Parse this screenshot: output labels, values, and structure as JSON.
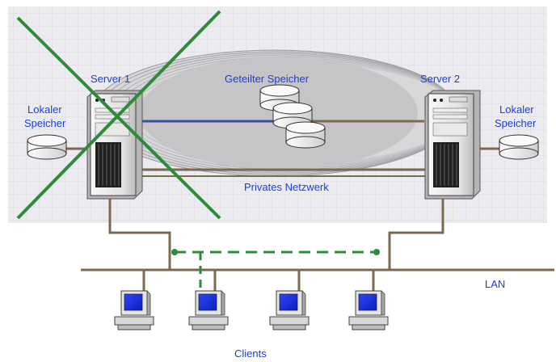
{
  "labels": {
    "server1": "Server 1",
    "server2": "Server 2",
    "shared_storage": "Geteilter Speicher",
    "local_storage_left_line1": "Lokaler",
    "local_storage_left_line2": "Speicher",
    "local_storage_right_line1": "Lokaler",
    "local_storage_right_line2": "Speicher",
    "private_network": "Privates Netzwerk",
    "lan": "LAN",
    "clients": "Clients"
  },
  "colors": {
    "label_blue": "#1a3fd6",
    "cable_brown": "#7a6a4f",
    "failover_green": "#2e8b3a",
    "grid_bg": "#e9e9ed",
    "cluster_ellipse": "#c9c9cc"
  },
  "state": {
    "server1_failed": true,
    "failover_link": "dashed"
  }
}
